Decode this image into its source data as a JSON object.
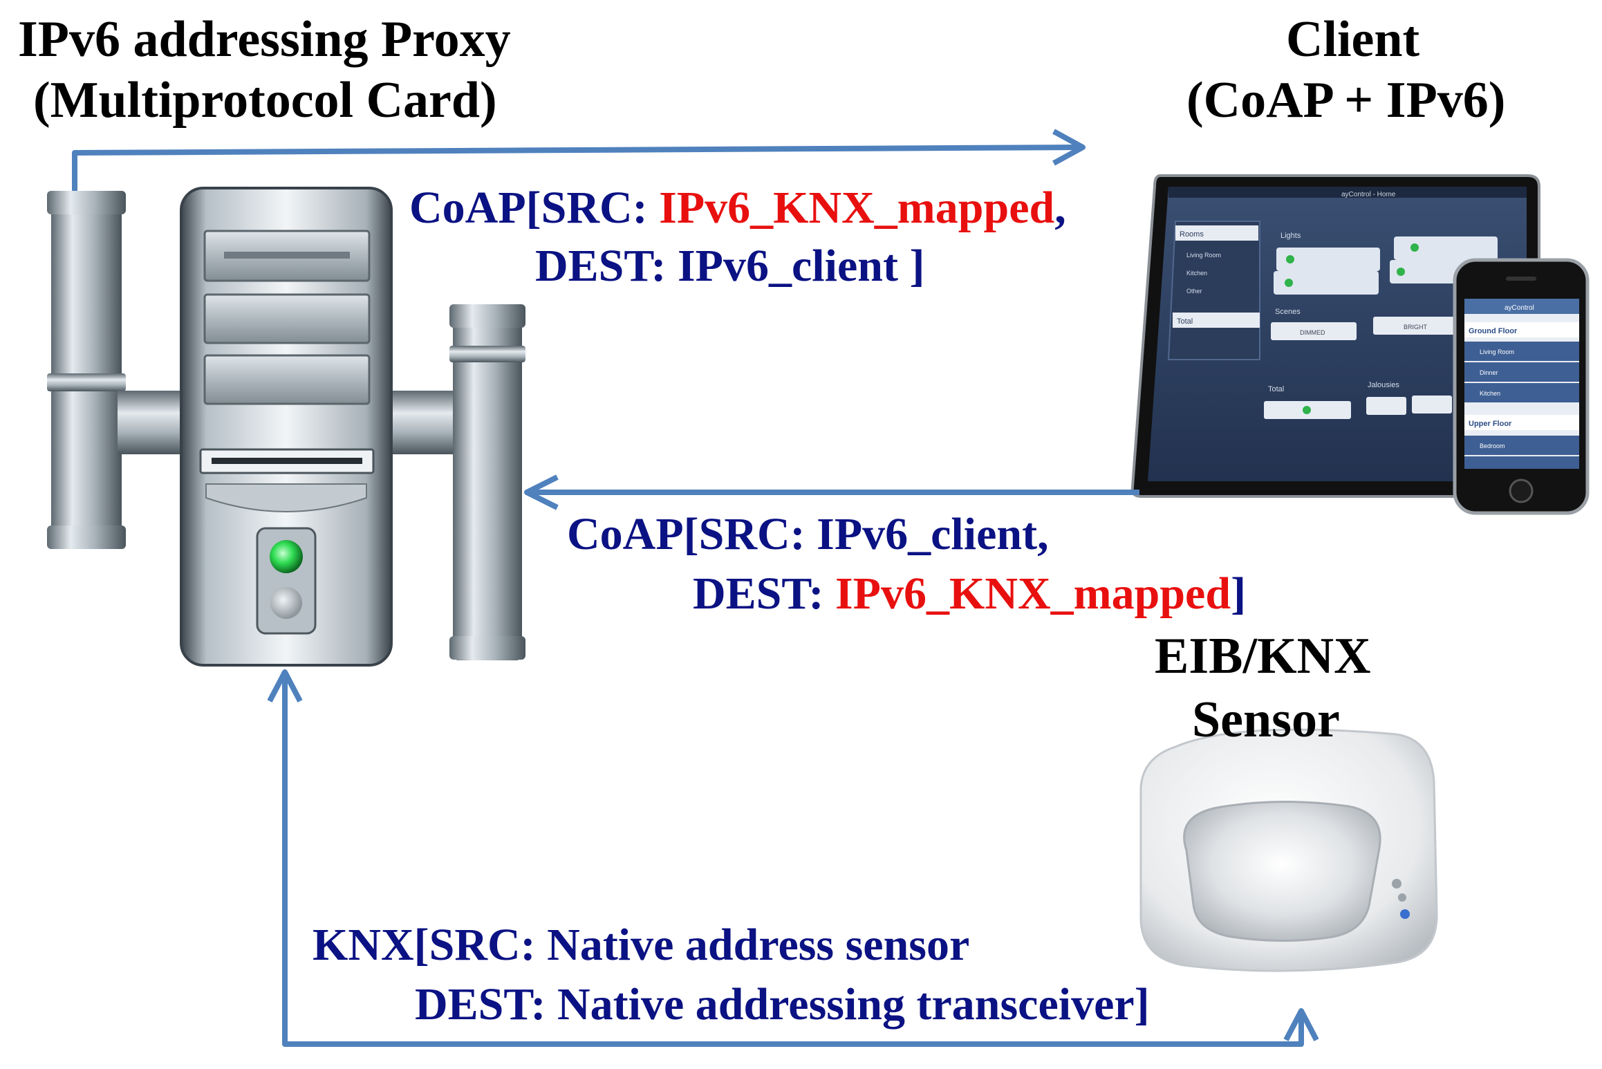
{
  "proxy": {
    "title_line1": "IPv6 addressing Proxy",
    "title_line2": "(Multiprotocol Card)"
  },
  "client": {
    "title_line1": "Client",
    "title_line2": "(CoAP + IPv6)"
  },
  "sensor": {
    "title_line1": "EIB/KNX",
    "title_line2": "Sensor"
  },
  "messages": {
    "proxy_to_client": {
      "line1_prefix": "CoAP[SRC: ",
      "line1_highlight": "IPv6_KNX_mapped",
      "line1_suffix": ",",
      "line2": "DEST: IPv6_client ]"
    },
    "client_to_proxy": {
      "line1": "CoAP[SRC: IPv6_client,",
      "line2_prefix": "DEST: ",
      "line2_highlight": "IPv6_KNX_mapped",
      "line2_suffix": "]"
    },
    "sensor_to_proxy": {
      "line1": "KNX[SRC: Native address sensor",
      "line2": "DEST: Native addressing transceiver]"
    }
  },
  "tablet_screen": {
    "app_title": "ayControl - Home",
    "sections": [
      "Rooms",
      "Lights",
      "Scenes",
      "Total",
      "Jalousies"
    ],
    "rooms": [
      "Living Room",
      "Kitchen",
      "Other"
    ],
    "scene_buttons": [
      "DIMMED",
      "BRIGHT"
    ]
  },
  "phone_screen": {
    "app_title": "ayControl",
    "groups": [
      "Ground Floor",
      "Upper Floor"
    ],
    "items": [
      "Living Room",
      "Dinner",
      "Kitchen",
      "Bedroom"
    ]
  },
  "colors": {
    "message_text": "#0b1283",
    "highlight": "#e8100f",
    "arrow": "#4f81bd",
    "led": "#2fdc52"
  }
}
